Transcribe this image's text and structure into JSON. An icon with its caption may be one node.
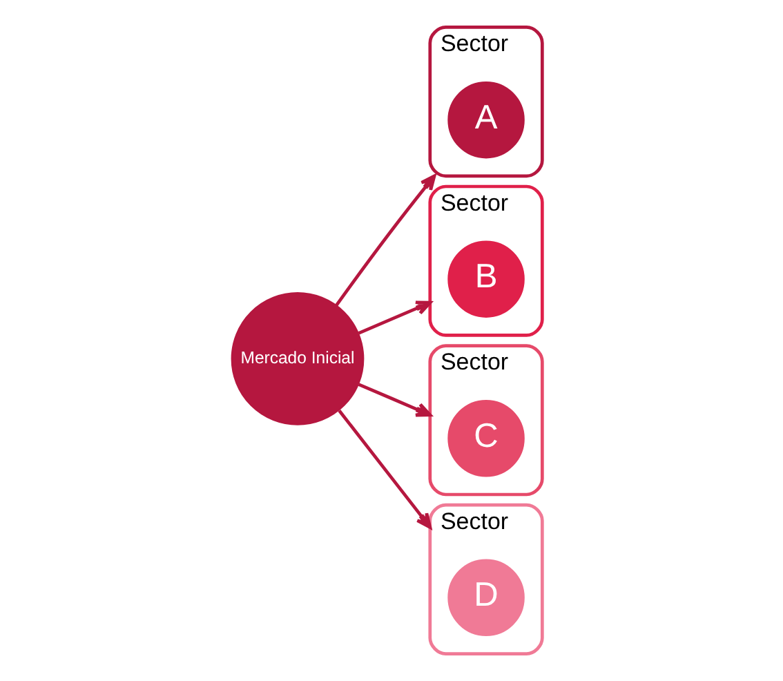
{
  "diagram": {
    "nodes": [
      {
        "text": [
          "Mercado Inicial"
        ]
      },
      {
        "text": [
          "Sector"
        ]
      },
      {
        "text": [
          "A"
        ],
        "in": 1
      },
      {
        "text": [
          "Sector"
        ]
      },
      {
        "text": [
          "B"
        ],
        "in": 3
      },
      {
        "text": [
          "Sector"
        ]
      },
      {
        "text": [
          "C"
        ],
        "in": 5
      },
      {
        "text": [
          "Sector"
        ]
      },
      {
        "text": [
          "D"
        ],
        "in": 7
      }
    ],
    "edges": [
      {
        "from": 0,
        "to": 1,
        "arrow": "to"
      },
      {
        "from": 0,
        "to": 3,
        "arrow": "to"
      },
      {
        "from": 0,
        "to": 5,
        "arrow": "to"
      },
      {
        "from": 0,
        "to": 7,
        "arrow": "to"
      }
    ]
  }
}
